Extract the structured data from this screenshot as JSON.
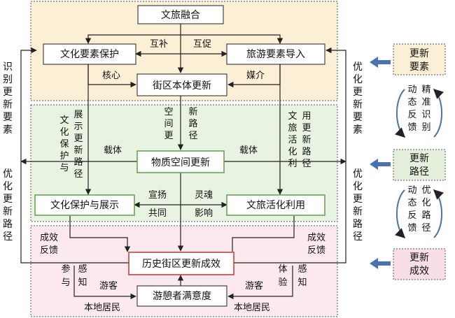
{
  "nodes": {
    "cultural_tourism_fusion": "文旅融合",
    "cultural_elements_protection": "文化要素保护",
    "tourism_elements_import": "旅游要素导入",
    "block_renewal": "街区本体更新",
    "physical_space_renewal": "物质空间更新",
    "cultural_protection_display": "文化保护与展示",
    "cultural_tourism_utilization": "文旅活化利用",
    "historic_renewal_results": "历史街区更新成效",
    "visitor_satisfaction": "游憩者满意度"
  },
  "edge_labels": {
    "mutual_complement": "互补",
    "mutual_promote": "互促",
    "core": "核心",
    "medium": "媒介",
    "new_path": [
      "新",
      "路",
      "径"
    ],
    "space_renewal": [
      "空",
      "间",
      "更"
    ],
    "carrier_left": "载体",
    "carrier_right": "载体",
    "display_renewal_path": [
      [
        "展",
        "示",
        "更",
        "新",
        "路",
        "径"
      ],
      [
        "文",
        "化",
        "保",
        "护",
        "与"
      ]
    ],
    "use_renewal_path": [
      [
        "用",
        "更",
        "新",
        "路",
        "径"
      ],
      [
        "文",
        "旅",
        "活",
        "化",
        "利"
      ]
    ],
    "promote": "宣扬",
    "soul": "灵魂",
    "common": "共同",
    "influence": "影响",
    "results_feedback_left": [
      "成效",
      "反馈"
    ],
    "results_feedback_right": [
      "成效",
      "反馈"
    ],
    "participate": [
      "参",
      "与"
    ],
    "perceive_left": [
      "感",
      "知"
    ],
    "visitor_left": "游客",
    "visitor_right": "游客",
    "experience": [
      "体",
      "验"
    ],
    "perceive_right": [
      "感",
      "知"
    ],
    "local_resident_left": "本地居民",
    "local_resident_right": "本地居民"
  },
  "left_side": {
    "identify": [
      "识",
      "别",
      "更",
      "新",
      "要",
      "素"
    ],
    "optimize": [
      "优",
      "化",
      "更",
      "新",
      "路",
      "径"
    ]
  },
  "right_side": {
    "optimize_elements": [
      "优",
      "化",
      "更",
      "新",
      "要",
      "素"
    ],
    "optimize_path": [
      "优",
      "化",
      "更",
      "新",
      "路",
      "径"
    ]
  },
  "right_panel": {
    "renew_elements": [
      "更新",
      "要素"
    ],
    "precise_identify": [
      [
        "动",
        "态",
        "反",
        "馈"
      ],
      [
        "精",
        "准",
        "识",
        "别"
      ]
    ],
    "renew_path": [
      "更新",
      "路径"
    ],
    "optimize_feedback": [
      [
        "动",
        "态",
        "反",
        "馈"
      ],
      [
        "优",
        "化",
        "路",
        "径"
      ]
    ],
    "renew_results": [
      "更新",
      "成效"
    ]
  },
  "colors": {
    "band_top": "#fbefd5",
    "band_mid": "#e9f3e2",
    "band_bottom": "#fbe9ee",
    "panel_top": "#fbefd5",
    "panel_mid": "#e4f0dc",
    "panel_bottom": "#f8dfe6",
    "arrow_blue": "#4a72b0",
    "green_border": "#5aa04a",
    "red_border": "#c0392b",
    "dark": "#222222"
  }
}
